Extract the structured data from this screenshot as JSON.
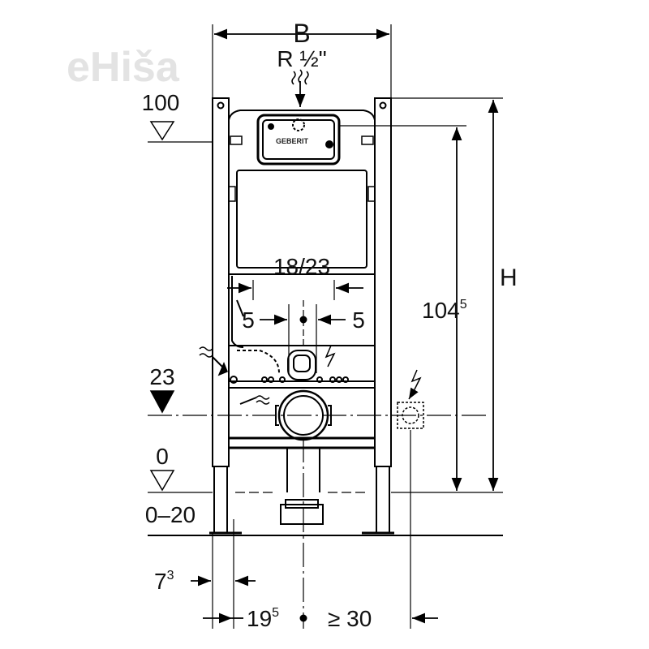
{
  "watermark": "eHiša",
  "brand": "GEBERIT",
  "labels": {
    "B": "B",
    "R": "R ½\"",
    "H": "H",
    "h100": "100",
    "h23": "23",
    "h0": "0",
    "h020": "0–20",
    "d1823": "18/23",
    "d5left": "5",
    "d5right": "5",
    "d104": "104",
    "d104sup": "5",
    "d7": "7",
    "d7sup": "3",
    "d19": "19",
    "d19sup": "5",
    "d30": "≥ 30"
  },
  "icons": [
    "water-supply-icon",
    "electrical-supply-icon",
    "flush-connection-icon",
    "level-marker-icon"
  ]
}
